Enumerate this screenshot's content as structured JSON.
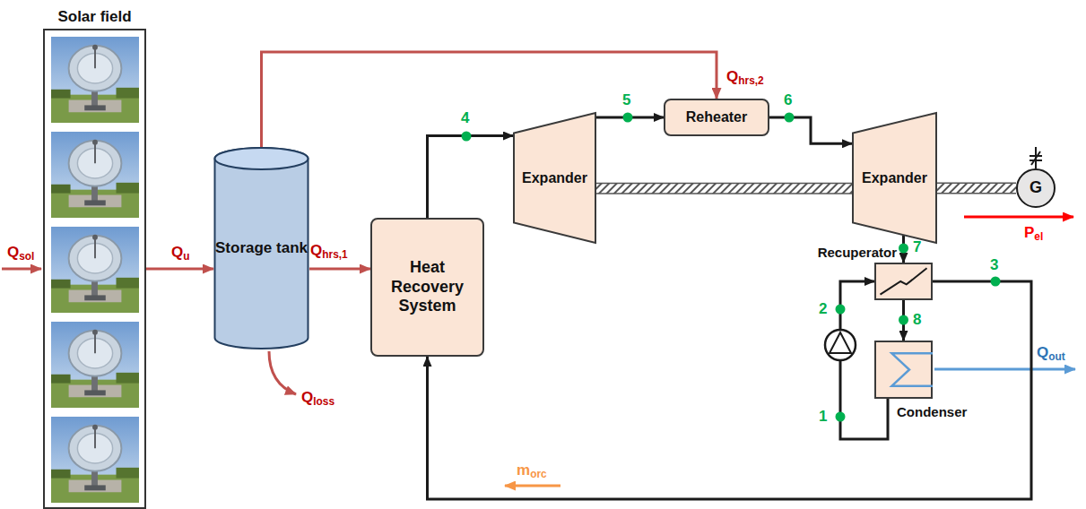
{
  "diagram": {
    "nodes": [
      {
        "text": [
          "Solar field"
        ]
      },
      {
        "text": [
          "Storage tank"
        ]
      },
      {
        "text": [
          "Heat Recovery System"
        ]
      },
      {
        "text": [
          "Expander"
        ]
      },
      {
        "text": [
          "Reheater"
        ]
      },
      {
        "text": [
          "Expander"
        ]
      },
      {
        "text": [
          "G"
        ]
      },
      {
        "text": [
          "Recuperator"
        ]
      },
      {
        "text": [
          "Condenser"
        ]
      }
    ],
    "edges": [
      {
        "from": 0,
        "to": 1,
        "arrow": "to",
        "label": "Qu"
      },
      {
        "from": 1,
        "to": 2,
        "arrow": "to",
        "label": "Qhrs,1"
      },
      {
        "from": 1,
        "to": 4,
        "arrow": "to",
        "label": "Qhrs,2"
      },
      {
        "from": 2,
        "to": 3,
        "arrow": "to"
      },
      {
        "from": 3,
        "to": 4,
        "arrow": "to"
      },
      {
        "from": 4,
        "to": 5,
        "arrow": "to"
      },
      {
        "from": 5,
        "to": 7,
        "arrow": "to"
      },
      {
        "from": 7,
        "to": 8,
        "arrow": "to"
      },
      {
        "from": 8,
        "to": 7,
        "arrow": "to"
      },
      {
        "from": 7,
        "to": 2,
        "arrow": "to"
      },
      {
        "from": 3,
        "to": 5,
        "arrow": "none"
      },
      {
        "from": 5,
        "to": 6,
        "arrow": "none"
      }
    ],
    "labels": [
      "Qsol",
      "Qloss",
      "Pel",
      "Qout",
      "morc",
      "1",
      "2",
      "3",
      "4",
      "5",
      "6",
      "7",
      "8"
    ]
  }
}
